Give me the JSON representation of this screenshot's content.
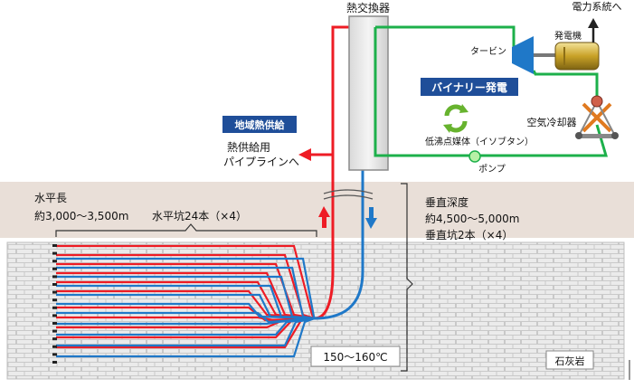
{
  "labels": {
    "heat_exchanger": "熱交換器",
    "to_grid": "電力系統へ",
    "generator": "発電機",
    "turbine": "タービン",
    "binary_power": "バイナリー発電",
    "air_cooler": "空気冷却器",
    "low_bp_medium": "低沸点媒体（イソブタン）",
    "pump": "ポンプ",
    "district_heating": "地域熱供給",
    "pipeline_line1": "熱供給用",
    "pipeline_line2": "パイプラインへ",
    "horizontal_length_title": "水平長",
    "horizontal_length_value": "約3,000～3,500m",
    "horizontal_wells": "水平坑24本（×4）",
    "vertical_depth_title": "垂直深度",
    "vertical_depth_value": "約4,500～5,000m",
    "vertical_wells": "垂直坑2本（×4）",
    "temperature": "150～160℃",
    "limestone": "石灰岩"
  },
  "colors": {
    "hot_pipe": "#ee1c25",
    "cold_pipe": "#1f78c8",
    "binary_loop": "#1db04b",
    "sky_band": "#e9dfd8",
    "label_box": "#1f4e99"
  }
}
